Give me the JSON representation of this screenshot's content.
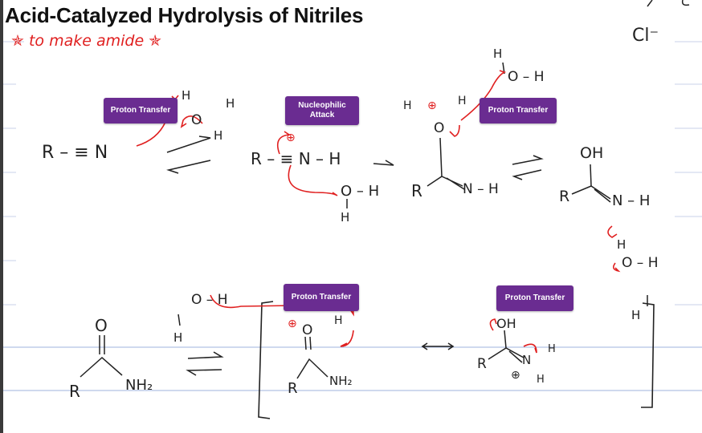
{
  "title": "Acid-Catalyzed Hydrolysis of Nitriles",
  "subtitle": "✯ to make amide ✯",
  "counter_ion": "Cl⁻",
  "tags": {
    "proton_transfer_1": "Proton Transfer",
    "nucleophilic_attack": "Nucleophilic Attack",
    "proton_transfer_2": "Proton Transfer",
    "proton_transfer_3": "Proton Transfer",
    "proton_transfer_4": "Proton Transfer"
  },
  "structures": {
    "nitrile": "R – ≡ N",
    "hydronium_o": "O",
    "hydronium_h1": "H",
    "hydronium_h2": "H",
    "hydronium_h3": "H",
    "nitrilium": "R – ≡ N – H",
    "water_attack": "O – H",
    "water_attack_h": "H",
    "intermediate_r": "R",
    "intermediate_nh": "N – H",
    "intermediate_o": "O",
    "intermediate_h_left": "H",
    "intermediate_h_right": "H",
    "water_top": "O – H",
    "water_top_h": "H",
    "imidic_oh": "OH",
    "imidic_r": "R",
    "imidic_nh": "N – H",
    "water_right": "O – H",
    "water_right_h": "H",
    "hydronium_right_h": "H",
    "amide_o": "O",
    "amide_r": "R",
    "amide_nh2": "NH₂",
    "water_bottom": "O – H",
    "water_bottom_h": "H",
    "bracket_r": "R",
    "bracket_nh2": "NH₂",
    "bracket_o": "O",
    "bracket_h": "H",
    "charge_plus": "⊕",
    "res_oh": "OH",
    "res_r": "R",
    "res_n": "N",
    "res_h1": "H",
    "res_h2": "H"
  },
  "colors": {
    "arrow_red": "#e02020",
    "tag_purple": "#6a2c91",
    "ink": "#222222",
    "rule_line": "#b8c4e0"
  }
}
